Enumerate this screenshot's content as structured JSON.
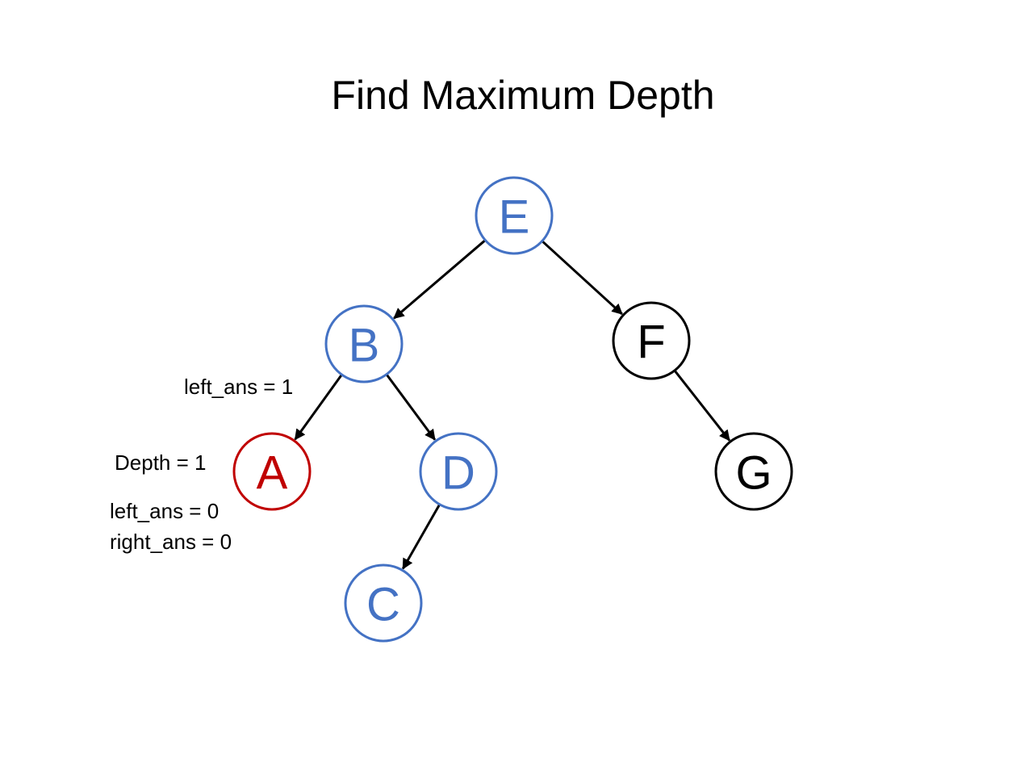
{
  "title": "Find Maximum Depth",
  "colors": {
    "visited": "#4472C4",
    "current": "#C00000",
    "unvisited": "#000000",
    "edge": "#000000"
  },
  "nodes": [
    {
      "id": "E",
      "label": "E",
      "state": "visited"
    },
    {
      "id": "B",
      "label": "B",
      "state": "visited"
    },
    {
      "id": "F",
      "label": "F",
      "state": "unvisited"
    },
    {
      "id": "A",
      "label": "A",
      "state": "current"
    },
    {
      "id": "D",
      "label": "D",
      "state": "visited"
    },
    {
      "id": "G",
      "label": "G",
      "state": "unvisited"
    },
    {
      "id": "C",
      "label": "C",
      "state": "visited"
    }
  ],
  "edges": [
    {
      "from": "E",
      "to": "B"
    },
    {
      "from": "E",
      "to": "F"
    },
    {
      "from": "B",
      "to": "A"
    },
    {
      "from": "B",
      "to": "D"
    },
    {
      "from": "F",
      "to": "G"
    },
    {
      "from": "D",
      "to": "C"
    }
  ],
  "annotations": {
    "b_left_ans": "left_ans = 1",
    "a_depth": "Depth = 1",
    "a_left_ans": "left_ans = 0",
    "a_right_ans": "right_ans = 0"
  }
}
